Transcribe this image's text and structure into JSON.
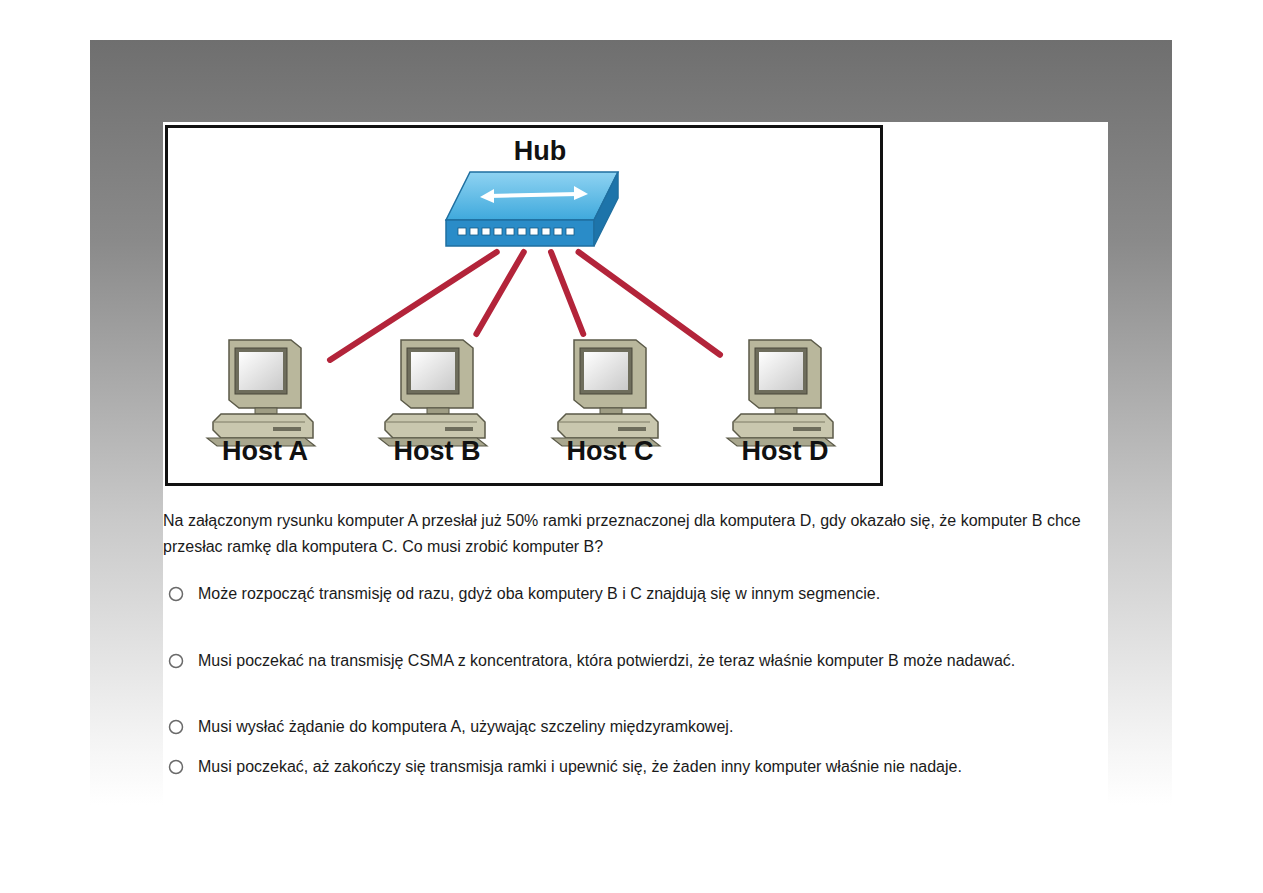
{
  "diagram": {
    "nodes": [
      {
        "text": [
          "Hub"
        ]
      },
      {
        "text": [
          "Host A"
        ]
      },
      {
        "text": [
          "Host B"
        ]
      },
      {
        "text": [
          "Host C"
        ]
      },
      {
        "text": [
          "Host D"
        ]
      }
    ],
    "edges": [
      {
        "from": 0,
        "to": 1,
        "arrow": "none"
      },
      {
        "from": 0,
        "to": 2,
        "arrow": "none"
      },
      {
        "from": 0,
        "to": 3,
        "arrow": "none"
      },
      {
        "from": 0,
        "to": 4,
        "arrow": "none"
      }
    ],
    "labels": [
      "Na załączonym rysunku komputer A przesłał już 50% ramki przeznaczonej dla komputera D, gdy okazało się, że komputer B chce przesłac ramkę dla komputera C. Co musi zrobić komputer B?",
      "Może rozpocząć transmisję od razu, gdyż oba komputery B i C znajdują się w innym segmencie.",
      "Musi poczekać na transmisję CSMA z koncentratora, która potwierdzi, że teraz właśnie komputer B może nadawać.",
      "Musi wysłać żądanie do komputera A, używając szczeliny międzyramkowej.",
      "Musi poczekać, aż zakończy się transmisja ramki i upewnić się, że żaden inny komputer właśnie nie nadaje."
    ]
  }
}
